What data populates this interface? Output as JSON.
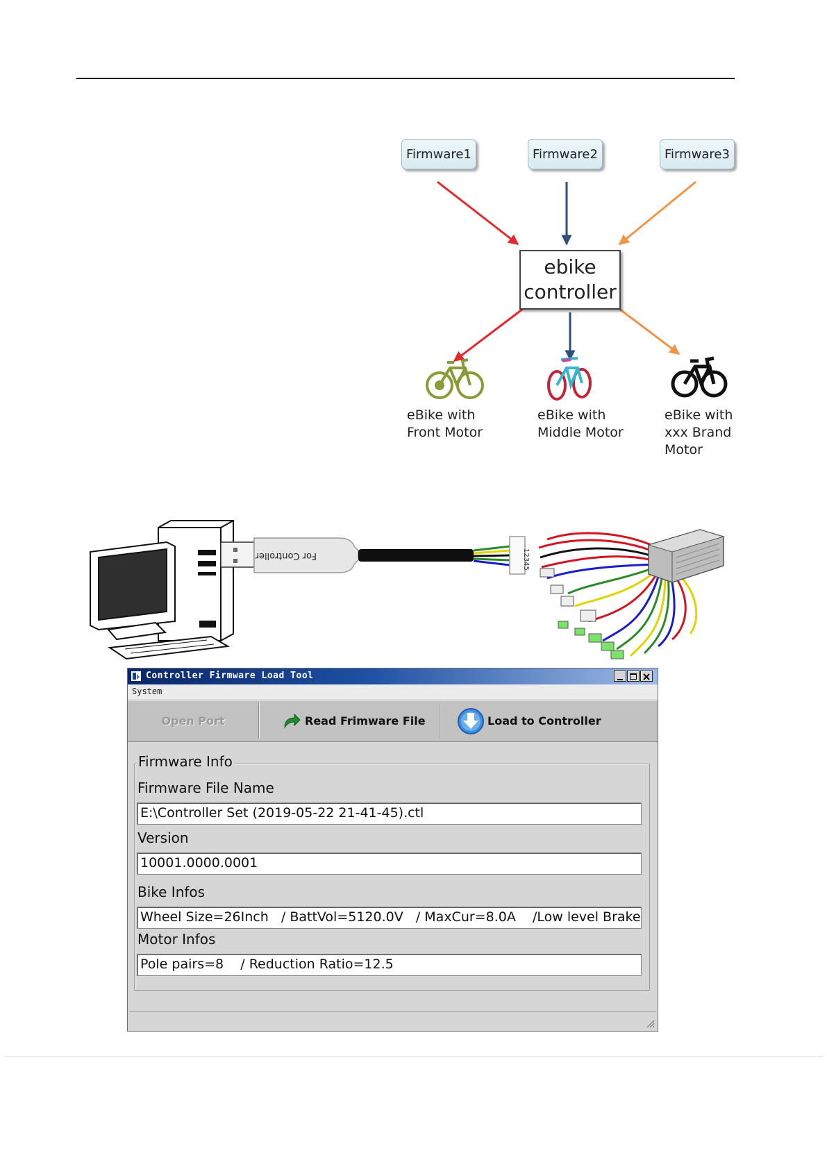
{
  "diagram": {
    "firmwares": [
      "Firmware1",
      "Firmware2",
      "Firmware3"
    ],
    "controller": {
      "line1": "ebike",
      "line2": "controller"
    },
    "bikes": [
      {
        "line1": "eBike with",
        "line2": "Front Motor"
      },
      {
        "line1": "eBike with",
        "line2": "Middle Motor"
      },
      {
        "line1": "eBike with",
        "line2": "xxx Brand  Motor"
      }
    ],
    "arrow_colors": [
      "#e8272a",
      "#2d4f7c",
      "#ef9545"
    ]
  },
  "hardware": {
    "cable_label": "For Controller",
    "plug_label": "12345"
  },
  "window": {
    "title": "Controller Firmware Load Tool",
    "menu": {
      "system": "System"
    },
    "toolbar": {
      "open_port": "Open Port",
      "read_firmware": "Read Frimware File",
      "load_controller": "Load to Controller"
    },
    "group_title": "Firmware Info",
    "fields": {
      "file_name_label": "Firmware File Name",
      "file_name_value": "E:\\Controller Set (2019-05-22 21-41-45).ctl",
      "version_label": "Version",
      "version_value": "10001.0000.0001",
      "bike_label": "Bike Infos",
      "bike_value": "Wheel Size=26Inch   / BattVol=5120.0V   / MaxCur=8.0A    /Low level Brake",
      "motor_label": "Motor Infos",
      "motor_value": "Pole pairs=8    / Reduction Ratio=12.5"
    }
  }
}
